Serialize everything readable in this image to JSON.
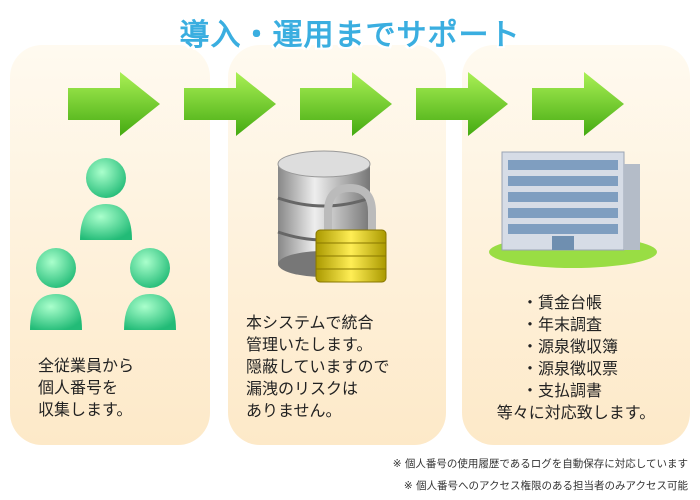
{
  "title": "導入・運用までサポート",
  "colors": {
    "title": "#3aaee0",
    "arrow": "#66cc22",
    "person": "#44dd99",
    "panel": "#fde9c8"
  },
  "icons": {
    "people": "people-icon",
    "database": "locked-database-icon",
    "building": "office-building-icon"
  },
  "panel1": {
    "lines": [
      "全従業員から",
      "個人番号を",
      "収集します。"
    ]
  },
  "panel2": {
    "lines": [
      "本システムで統合",
      "管理いたします。",
      "隠蔽していますので",
      "漏洩のリスクは",
      "ありません。"
    ]
  },
  "panel3": {
    "items": [
      "・賃金台帳",
      "・年末調査",
      "・源泉徴収簿",
      "・源泉徴収票",
      "・支払調書"
    ],
    "closing": "等々に対応致します。"
  },
  "notes": [
    "※ 個人番号の使用履歴であるログを自動保存に対応しています",
    "※ 個人番号へのアクセス権限のある担当者のみアクセス可能"
  ]
}
